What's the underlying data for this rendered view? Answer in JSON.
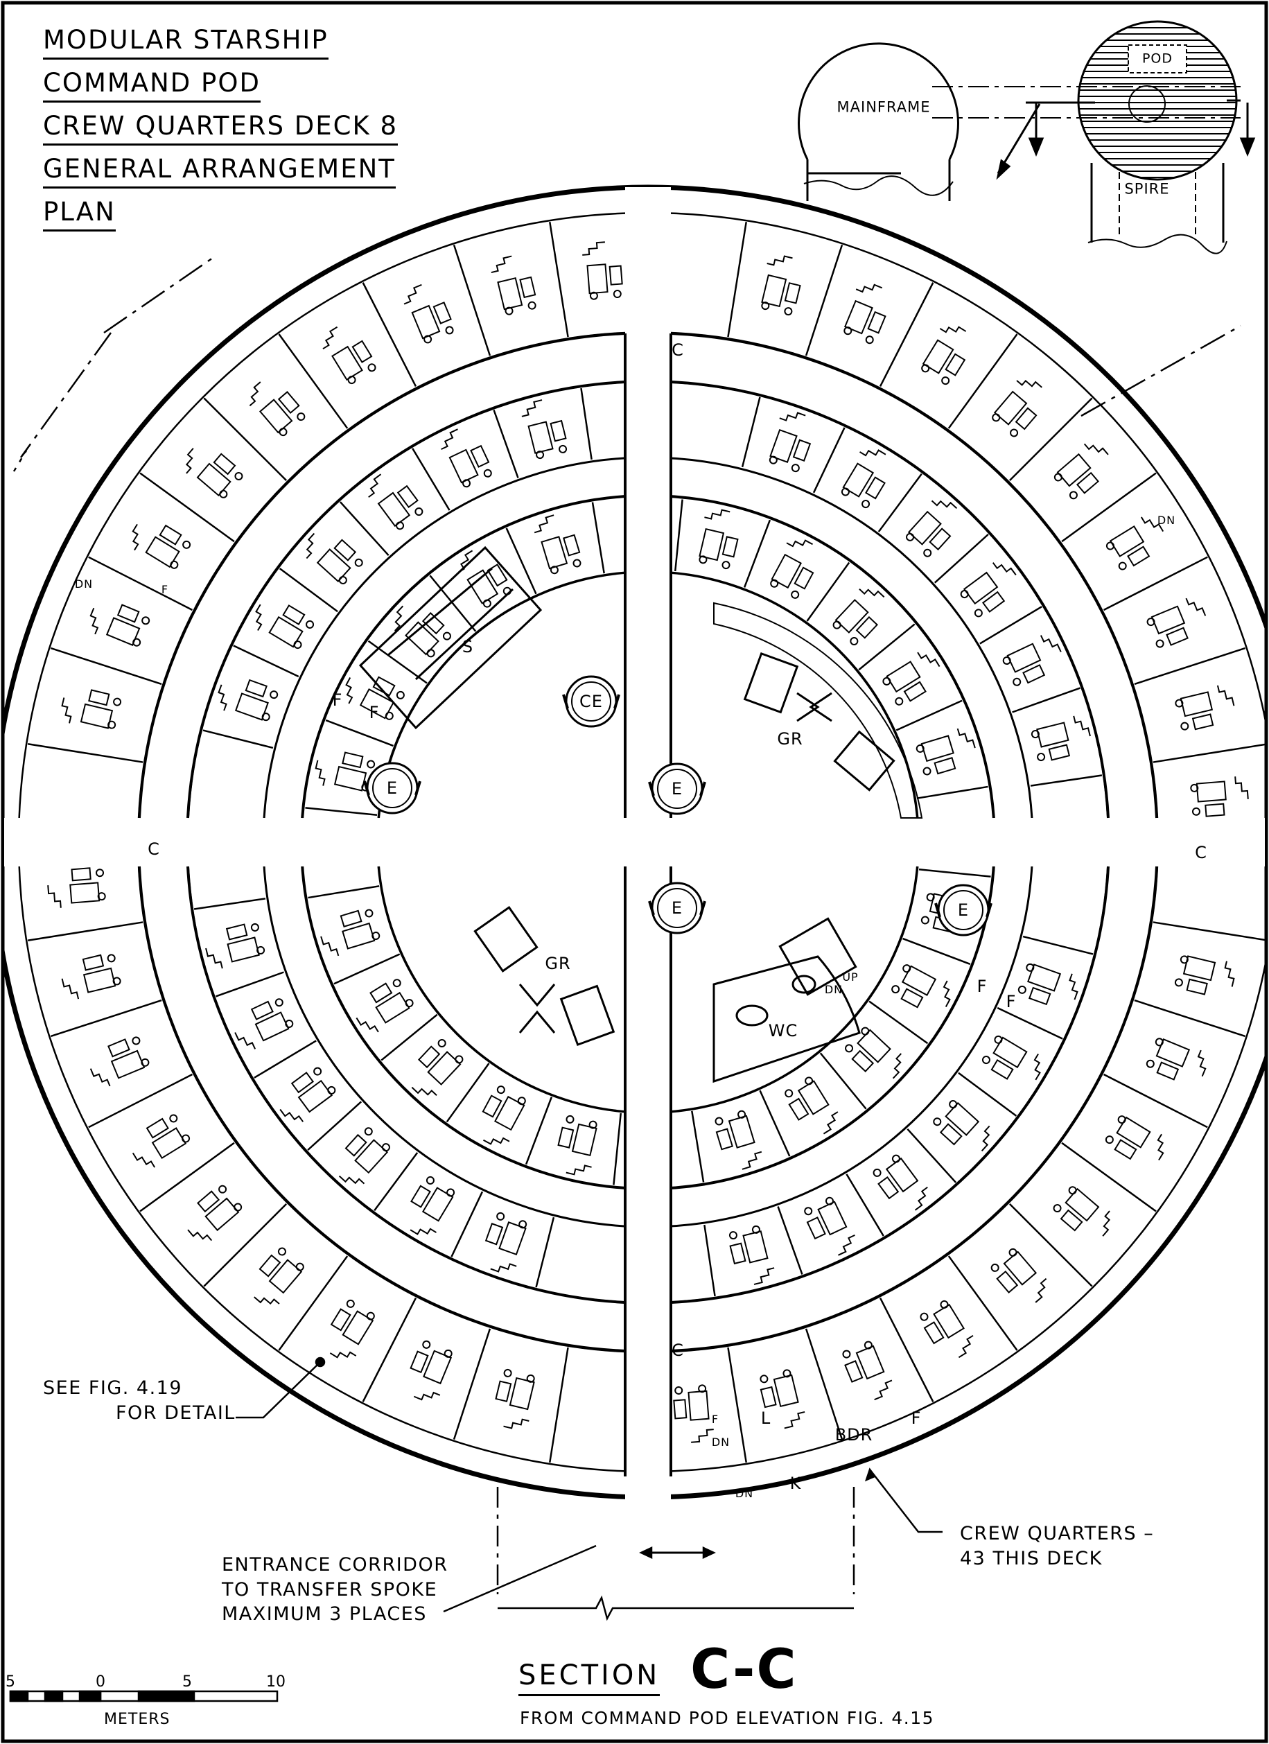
{
  "title": {
    "lines": [
      "MODULAR STARSHIP",
      "COMMAND POD",
      "CREW QUARTERS DECK 8",
      "GENERAL ARRANGEMENT",
      "PLAN"
    ]
  },
  "inset": {
    "mainframe_label": "MAINFRAME",
    "pod_label": "POD",
    "spire_label": "SPIRE"
  },
  "rooms": {
    "corridor_top": "C",
    "corridor_left": "C",
    "corridor_right": "C",
    "corridor_bottom": "C",
    "elevator_ce": "CE",
    "elevator_left": "E",
    "elevator_center": "E",
    "elevator_lower": "E",
    "elevator_right": "E",
    "game_room_upper": "GR",
    "game_room_lower": "GR",
    "washroom": "WC",
    "storage": "S",
    "quarters_living": "L",
    "quarters_bedroom": "BDR",
    "quarters_kitchen": "K",
    "quarters_f": "F"
  },
  "stair_labels": {
    "down": "DN",
    "up": "UP",
    "f": "F"
  },
  "callouts": {
    "detail_ref": [
      "SEE FIG. 4.19",
      "FOR DETAIL"
    ],
    "entrance": [
      "ENTRANCE CORRIDOR",
      "TO TRANSFER SPOKE",
      "MAXIMUM 3 PLACES"
    ],
    "crew_quarters": [
      "CREW QUARTERS –",
      "43 THIS DECK"
    ]
  },
  "section": {
    "word": "SECTION",
    "id": "C-C",
    "subtitle": "FROM COMMAND POD ELEVATION FIG. 4.15"
  },
  "scale": {
    "ticks": [
      "5",
      "0",
      "5",
      "10"
    ],
    "unit": "METERS"
  },
  "colors": {
    "ink": "#000000",
    "paper": "#ffffff"
  }
}
